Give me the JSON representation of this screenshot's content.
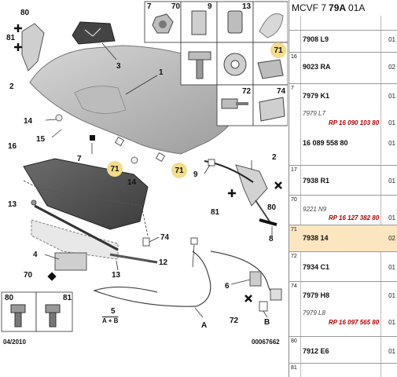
{
  "header": {
    "prefix": "MCVF 7",
    "bold": "79A",
    "suffix": "01A"
  },
  "callouts": {
    "c80a": "80",
    "c81a": "81",
    "c2a": "2",
    "c3": "3",
    "c1": "1",
    "c14a": "14",
    "c15": "15",
    "c7": "7",
    "c71a": "71",
    "c71b": "71",
    "c14b": "14",
    "c16": "16",
    "c9": "9",
    "c2b": "2",
    "c81b": "81",
    "c80b": "80",
    "c8": "8",
    "c13a": "13",
    "c74": "74",
    "c4": "4",
    "c12": "12",
    "c70": "70",
    "c13b": "13",
    "c80c": "80",
    "c81c": "81",
    "c5": "5",
    "c5sub": "A + B",
    "c6": "6",
    "c72": "72",
    "cA": "A",
    "cB": "B",
    "g7": "7",
    "g70": "70",
    "g9": "9",
    "g13": "13",
    "g71": "71",
    "g72": "72",
    "g74": "74"
  },
  "footer": {
    "date": "04/2010",
    "id": "00067662"
  },
  "parts": [
    {
      "num": "",
      "code": "7908 L9",
      "qty": "01"
    },
    {
      "num": "16",
      "code": "9023 RA",
      "qty": "02"
    },
    {
      "num": "7",
      "code": "7979 K1",
      "qty": "01",
      "sub": "7979 L7",
      "ref": "RP 16 090 103 80",
      "qty2": "01",
      "code3": "16 089 558 80",
      "qty3": "01"
    },
    {
      "num": "17",
      "code": "7938 R1",
      "qty": "01"
    },
    {
      "num": "70",
      "code": "9221 N9",
      "ref": "RP 16 127 382 80",
      "qty": "01"
    },
    {
      "num": "71",
      "code": "7938 14",
      "qty": "02"
    },
    {
      "num": "72",
      "code": "7934 C1",
      "qty": "01"
    },
    {
      "num": "74",
      "code": "7979 H8",
      "qty": "01",
      "sub": "7979 L8",
      "ref": "RP 16 097 565 80",
      "qty2": "01"
    },
    {
      "num": "80",
      "code": "7912 E6",
      "qty": "01"
    },
    {
      "num": "81",
      "code": "",
      "qty": ""
    }
  ],
  "colors": {
    "highlight_row": "#fbe6bf",
    "highlight_callout": "#f3dc8a",
    "ref_text": "#b00000"
  }
}
